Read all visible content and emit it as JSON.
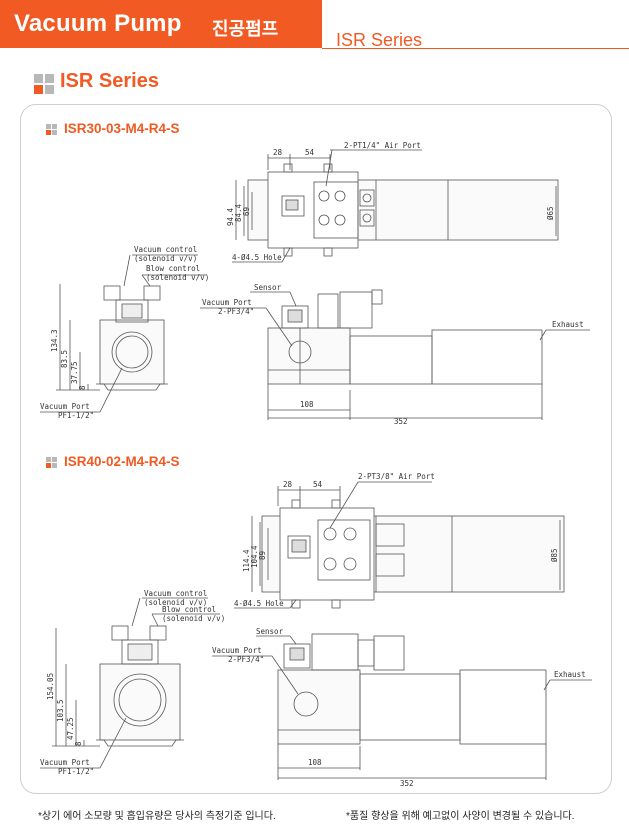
{
  "header": {
    "title": "Vacuum Pump",
    "subtitle": "진공펌프",
    "series": "ISR Series"
  },
  "section_title": "ISR Series",
  "models": [
    {
      "name": "ISR30-03-M4-R4-S",
      "dims": {
        "top_28": "28",
        "top_54": "54",
        "air_port": "2-PT1/4\" Air Port",
        "v_94_4": "94.4",
        "v_84_4": "84.4",
        "v_69": "69",
        "dia": "Ø65",
        "hole": "4-Ø4.5 Hole",
        "vac_ctrl_1": "Vacuum control",
        "vac_ctrl_2": "(solenoid v/v)",
        "blow_ctrl_1": "Blow control",
        "blow_ctrl_2": "(solenoid v/v)",
        "side_134_3": "134.3",
        "side_83_5": "83.5",
        "side_37_75": "37.75",
        "side_8": "8",
        "vac_port_front_1": "Vacuum Port",
        "vac_port_front_2": "PF1-1/2\"",
        "sensor": "Sensor",
        "vac_port_side_1": "Vacuum Port",
        "vac_port_side_2": "2-PF3/4\"",
        "exhaust": "Exhaust",
        "len_108": "108",
        "len_352": "352"
      }
    },
    {
      "name": "ISR40-02-M4-R4-S",
      "dims": {
        "top_28": "28",
        "top_54": "54",
        "air_port": "2-PT3/8\" Air Port",
        "v_114_4": "114.4",
        "v_104_4": "104.4",
        "v_89": "89",
        "dia": "Ø85",
        "hole": "4-Ø4.5 Hole",
        "vac_ctrl_1": "Vacuum control",
        "vac_ctrl_2": "(solenoid v/v)",
        "blow_ctrl_1": "Blow control",
        "blow_ctrl_2": "(solenoid v/v)",
        "side_154_05": "154.05",
        "side_103_5": "103.5",
        "side_47_25": "47.25",
        "side_8": "8",
        "vac_port_front_1": "Vacuum Port",
        "vac_port_front_2": "PF1-1/2\"",
        "sensor": "Sensor",
        "vac_port_side_1": "Vacuum Port",
        "vac_port_side_2": "2-PF3/4\"",
        "exhaust": "Exhaust",
        "len_108": "108",
        "len_352": "352"
      }
    }
  ],
  "footnotes": {
    "left": "*상기 에어 소모량 및 흡입유량은 당사의 측정기준 입니다.",
    "right": "*품질 향상을 위해 예고없이 사양이 변경될 수 있습니다."
  },
  "colors": {
    "accent": "#f15a22",
    "panel_border": "#cfcfcf",
    "grey_square": "#b8b8b8"
  }
}
